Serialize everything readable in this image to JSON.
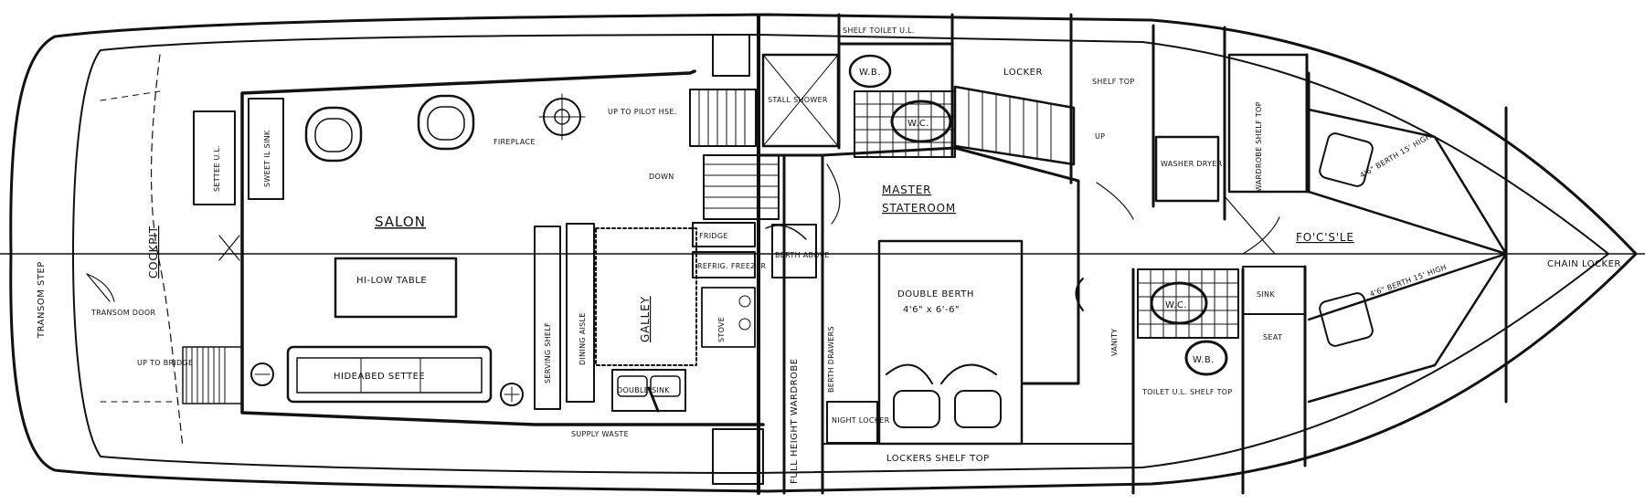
{
  "labels": {
    "transom_step": "TRANSOM STEP",
    "cockpit": "COCKPIT",
    "transom_door": "TRANSOM DOOR",
    "up_to_bridge": "UP TO BRIDGE",
    "settee_ul": "SETTEE U.L.",
    "sweet_il_sink": "SWEET IL SINK",
    "salon": "SALON",
    "fireplace": "FIREPLACE",
    "up_to_pilothouse": "UP TO PILOT HSE.",
    "hi_low_table": "HI-LOW TABLE",
    "hideabed_settee": "HIDEABED SETTEE",
    "serving_shelf": "SERVING SHELF",
    "dining_aisle": "DINING AISLE",
    "galley": "GALLEY",
    "double_sink": "DOUBLE SINK",
    "supply_waste": "SUPPLY WASTE",
    "down": "DOWN",
    "fridge": "FRIDGE",
    "refrig_freezer": "REFRIG. FREEZER",
    "stove": "STOVE",
    "berth_above": "BERTH ABOVE",
    "full_height_wardrobe": "FULL HEIGHT WARDROBE",
    "stall_shower": "STALL SHOWER",
    "shelf_toilet_ul": "SHELF TOILET U.L.",
    "wb_1": "W.B.",
    "wc_1": "W.C.",
    "master_stateroom_1": "MASTER",
    "master_stateroom_2": "STATEROOM",
    "locker": "LOCKER",
    "shelf_top": "SHELF TOP",
    "up": "UP",
    "double_berth": "DOUBLE BERTH",
    "berth_size": "4'6\" x 6'-6\"",
    "night_locker": "NIGHT LOCKER",
    "lockers_shelf_top": "LOCKERS   SHELF TOP",
    "berth_drawers": "BERTH DRAWERS",
    "washer_dryer": "WASHER DRYER",
    "vanity": "VANITY",
    "wardrobe_shelf": "WARDROBE SHELF TOP",
    "wc_2": "W.C.",
    "wb_2": "W.B.",
    "toilet_ul": "TOILET U.L. SHELF TOP",
    "sink": "SINK",
    "seat": "SEAT",
    "fo_c_s": "FO'C'S'LE",
    "berth_upper": "4'6\" BERTH 15' HIGH",
    "berth_lower": "4'6\" BERTH 15' HIGH",
    "chain_locker": "CHAIN LOCKER"
  },
  "colors": {
    "ink": "#111111",
    "paper": "#ffffff"
  }
}
